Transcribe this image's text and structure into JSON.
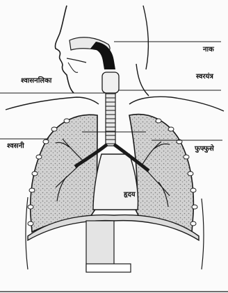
{
  "labels": {
    "nose": "नाक",
    "trachea": "श्वासनलिका",
    "larynx": "स्वरयंत्र",
    "bronchi": "श्वसनी",
    "lungs": "फुफ्फुसे",
    "heart": "हृदय"
  },
  "colors": {
    "ink": "#1a1a1a",
    "lung_fill": "#cfcfcf",
    "skin": "#ffffff",
    "background": "#fbfbfb"
  }
}
